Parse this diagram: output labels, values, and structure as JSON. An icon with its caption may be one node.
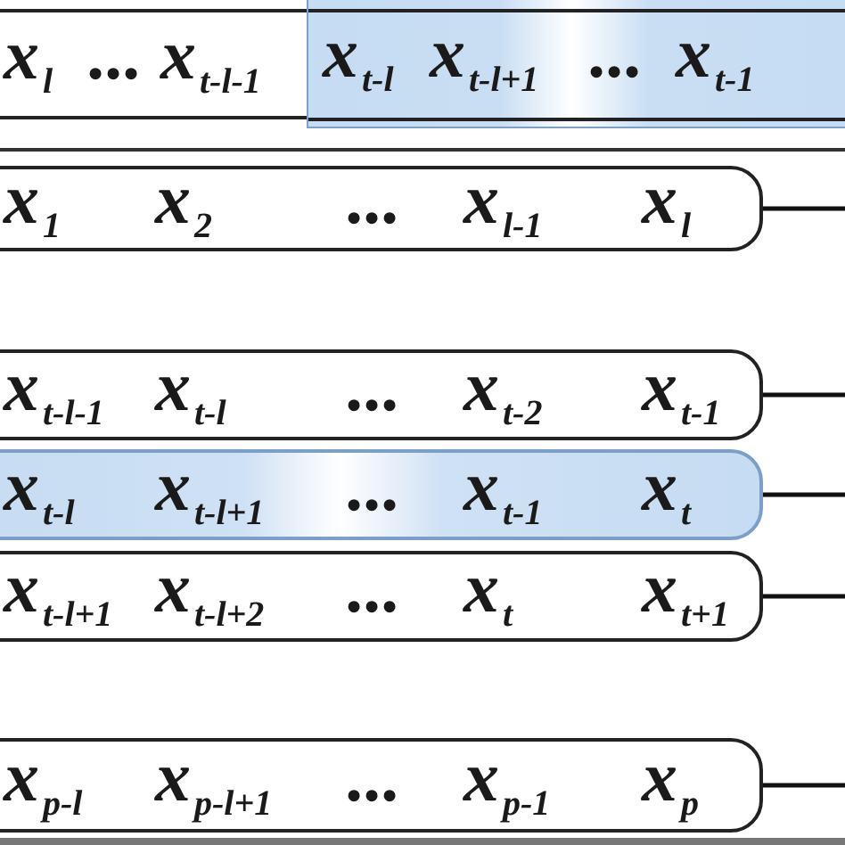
{
  "diagram": {
    "nodes": [
      {
        "text": [
          "x$_{l}$",
          "...",
          "x$_{t-l-1}$"
        ]
      },
      {
        "text": [
          "x$_{t-l}$",
          "x$_{t-l+1}$",
          "...",
          "x$_{t-1}$"
        ]
      },
      {
        "text": [
          "x$_{1}$",
          "x$_{2}$",
          "...",
          "x$_{l-1}$",
          "x$_{l}$"
        ]
      },
      {
        "text": [
          "x$_{t-l-1}$",
          "x$_{t-l}$",
          "...",
          "x$_{t-2}$",
          "x$_{t-1}$"
        ]
      },
      {
        "text": [
          "x$_{t-l}$",
          "x$_{t-l+1}$",
          "...",
          "x$_{t-1}$",
          "x$_{t}$"
        ]
      },
      {
        "text": [
          "x$_{t-l+1}$",
          "x$_{t-l+2}$",
          "...",
          "x$_{t}$",
          "x$_{t+1}$"
        ]
      },
      {
        "text": [
          "x$_{p-l}$",
          "x$_{p-l+1}$",
          "...",
          "x$_{p-1}$",
          "x$_{p}$"
        ]
      }
    ],
    "edges": [
      {
        "from": 2,
        "to": null,
        "arrow": "none"
      },
      {
        "from": 3,
        "to": null,
        "arrow": "none"
      },
      {
        "from": 4,
        "to": null,
        "arrow": "none"
      },
      {
        "from": 5,
        "to": null,
        "arrow": "none"
      },
      {
        "from": 6,
        "to": null,
        "arrow": "none"
      }
    ]
  }
}
